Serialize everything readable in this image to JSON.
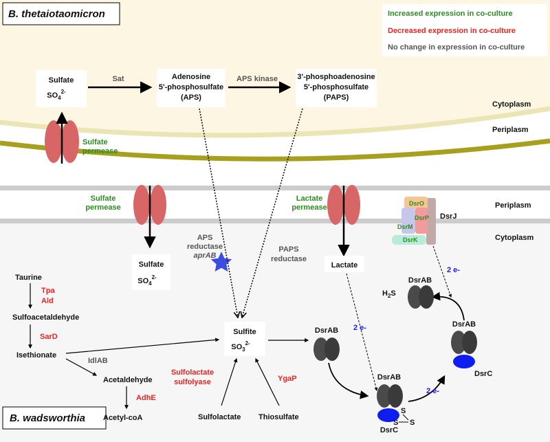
{
  "organisms": {
    "top": "B. thetaiotaomicron",
    "bottom": "B. wadsworthia"
  },
  "legend": {
    "increased": "Increased expression in co-culture",
    "decreased": "Decreased expression in co-culture",
    "nochange": "No change in expression in co-culture",
    "colors": {
      "increased": "#2e8b22",
      "decreased": "#ee2222",
      "nochange": "#555555"
    }
  },
  "compartments": {
    "cytoplasm": "Cytoplasm",
    "periplasm": "Periplasm"
  },
  "bt": {
    "sulfate": "Sulfate",
    "so4": "SO",
    "so4_sub": "4",
    "so4_sup": "2-",
    "sat": "Sat",
    "aps_l1": "Adenosine",
    "aps_l2": "5'-phosphosulfate",
    "aps_l3": "(APS)",
    "aps_kinase": "APS kinase",
    "paps_l1": "3'-phosphoadenosine",
    "paps_l2": "5'-phosphosulfate",
    "paps_l3": "(PAPS)",
    "permease_l1": "Sulfate",
    "permease_l2": "permease"
  },
  "bw": {
    "sulf_permease_l1": "Sulfate",
    "sulf_permease_l2": "permease",
    "lact_permease_l1": "Lactate",
    "lact_permease_l2": "permease",
    "sulfate": "Sulfate",
    "so4": "SO",
    "so4_sub": "4",
    "so4_sup": "2-",
    "aps_red_l1": "APS",
    "aps_red_l2": "reductase",
    "aps_red_l3": "aprAB",
    "paps_red_l1": "PAPS",
    "paps_red_l2": "reductase",
    "lactate": "Lactate",
    "sulfite": "Sulfite",
    "so3": "SO",
    "so3_sub": "3",
    "so3_sup": "2-",
    "taurine": "Taurine",
    "tpa": "Tpa",
    "ald": "Ald",
    "sulfoacetaldehyde": "Sulfoacetaldehyde",
    "sard": "SarD",
    "isethionate": "Isethionate",
    "idlab": "IdlAB",
    "acetaldehyde": "Acetaldehyde",
    "adhe": "AdhE",
    "acetylcoa": "Acetyl-coA",
    "sulfolyase_l1": "Sulfolactate",
    "sulfolyase_l2": "sulfolyase",
    "ygap": "YgaP",
    "sulfolactate": "Sulfolactate",
    "thiosulfate": "Thiosulfate",
    "dsrab": "DsrAB",
    "dsrc": "DsrC",
    "h2s_h": "H",
    "h2s_sub": "2",
    "h2s_s": "S",
    "two_e": "2 e-",
    "s": "S",
    "dsr_o": "DsrO",
    "dsr_p": "DsrP",
    "dsr_m": "DsrM",
    "dsr_k": "DsrK",
    "dsr_j": "DsrJ"
  }
}
